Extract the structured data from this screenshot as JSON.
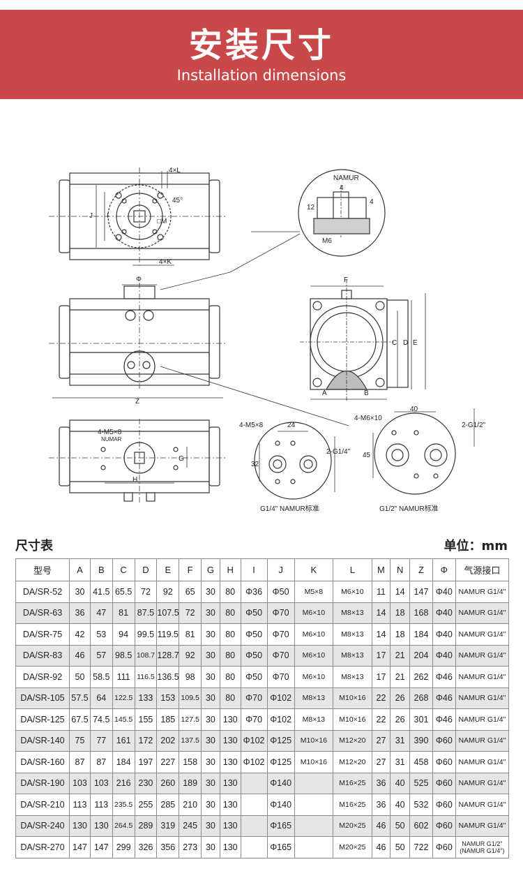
{
  "header": {
    "title_zh": "安装尺寸",
    "title_en": "Installation dimensions"
  },
  "drawing": {
    "labels": {
      "four_l": "4×L",
      "angle": "45°",
      "four_k": "4×K",
      "j": "J",
      "i": "I",
      "m": "□M",
      "namur": "NAMUR",
      "four": "4",
      "twelve": "12",
      "m6": "M6",
      "phi": "Φ",
      "z": "Z",
      "f": "F",
      "c": "C",
      "d": "D",
      "e": "E",
      "a": "A",
      "b": "B",
      "m5x8": "4-M5×8",
      "numar": "NUMAR",
      "g": "G",
      "h": "H",
      "left_m5": "4-M5×8",
      "left_24": "24",
      "left_32": "32",
      "left_g14": "2-G1/4\"",
      "left_caption": "G1/4\"  NAMUR标准",
      "right_m6": "4-M6×10",
      "right_40": "40",
      "right_45": "45",
      "right_g12": "2-G1/2\"",
      "right_caption": "G1/2\"  NAMUR标准"
    }
  },
  "table": {
    "title": "尺寸表",
    "unit": "单位：mm",
    "headers": [
      "型号",
      "A",
      "B",
      "C",
      "D",
      "E",
      "F",
      "G",
      "H",
      "I",
      "J",
      "K",
      "L",
      "M",
      "N",
      "Z",
      "Φ",
      "气源接口"
    ],
    "rows": [
      [
        "DA/SR-52",
        "30",
        "41.5",
        "65.5",
        "72",
        "92",
        "65",
        "30",
        "80",
        "Φ36",
        "Φ50",
        "M5×8",
        "M6×10",
        "11",
        "14",
        "147",
        "Φ40",
        "NAMUR G1/4\""
      ],
      [
        "DA/SR-63",
        "36",
        "47",
        "81",
        "87.5",
        "107.5",
        "72",
        "30",
        "80",
        "Φ50",
        "Φ70",
        "M6×10",
        "M8×13",
        "14",
        "18",
        "168",
        "Φ40",
        "NAMUR G1/4\""
      ],
      [
        "DA/SR-75",
        "42",
        "53",
        "94",
        "99.5",
        "119.5",
        "81",
        "30",
        "80",
        "Φ50",
        "Φ70",
        "M6×10",
        "M8×13",
        "14",
        "18",
        "184",
        "Φ40",
        "NAMUR G1/4\""
      ],
      [
        "DA/SR-83",
        "46",
        "57",
        "98.5",
        "108.7",
        "128.7",
        "92",
        "30",
        "80",
        "Φ50",
        "Φ70",
        "M6×10",
        "M8×13",
        "17",
        "21",
        "204",
        "Φ40",
        "NAMUR G1/4\""
      ],
      [
        "DA/SR-92",
        "50",
        "58.5",
        "111",
        "116.5",
        "136.5",
        "98",
        "30",
        "80",
        "Φ50",
        "Φ70",
        "M6×10",
        "M8×13",
        "17",
        "21",
        "262",
        "Φ46",
        "NAMUR G1/4\""
      ],
      [
        "DA/SR-105",
        "57.5",
        "64",
        "122.5",
        "133",
        "153",
        "109.5",
        "30",
        "80",
        "Φ70",
        "Φ102",
        "M8×13",
        "M10×16",
        "22",
        "26",
        "268",
        "Φ46",
        "NAMUR G1/4\""
      ],
      [
        "DA/SR-125",
        "67.5",
        "74.5",
        "145.5",
        "155",
        "185",
        "127.5",
        "30",
        "130",
        "Φ70",
        "Φ102",
        "M8×13",
        "M10×16",
        "22",
        "26",
        "301",
        "Φ46",
        "NAMUR G1/4\""
      ],
      [
        "DA/SR-140",
        "75",
        "77",
        "161",
        "172",
        "202",
        "137.5",
        "30",
        "130",
        "Φ102",
        "Φ125",
        "M10×16",
        "M12×20",
        "27",
        "31",
        "390",
        "Φ60",
        "NAMUR G1/4\""
      ],
      [
        "DA/SR-160",
        "87",
        "87",
        "184",
        "197",
        "227",
        "158",
        "30",
        "130",
        "Φ102",
        "Φ125",
        "M10×16",
        "M12×20",
        "27",
        "31",
        "458",
        "Φ60",
        "NAMUR G1/4\""
      ],
      [
        "DA/SR-190",
        "103",
        "103",
        "216",
        "230",
        "260",
        "189",
        "30",
        "130",
        "",
        "Φ140",
        "",
        "M16×25",
        "36",
        "40",
        "525",
        "Φ60",
        "NAMUR G1/4\""
      ],
      [
        "DA/SR-210",
        "113",
        "113",
        "235.5",
        "255",
        "285",
        "210",
        "30",
        "130",
        "",
        "Φ140",
        "",
        "M16×25",
        "36",
        "40",
        "532",
        "Φ60",
        "NAMUR G1/4\""
      ],
      [
        "DA/SR-240",
        "130",
        "130",
        "264.5",
        "289",
        "319",
        "245",
        "30",
        "130",
        "",
        "Φ165",
        "",
        "M20×25",
        "46",
        "50",
        "602",
        "Φ60",
        "NAMUR G1/4\""
      ],
      [
        "DA/SR-270",
        "147",
        "147",
        "299",
        "326",
        "356",
        "273",
        "30",
        "130",
        "",
        "Φ165",
        "",
        "M20×25",
        "46",
        "50",
        "722",
        "Φ60",
        "NAMUR G1/2\" (NAMUR G1/4\")"
      ]
    ]
  }
}
